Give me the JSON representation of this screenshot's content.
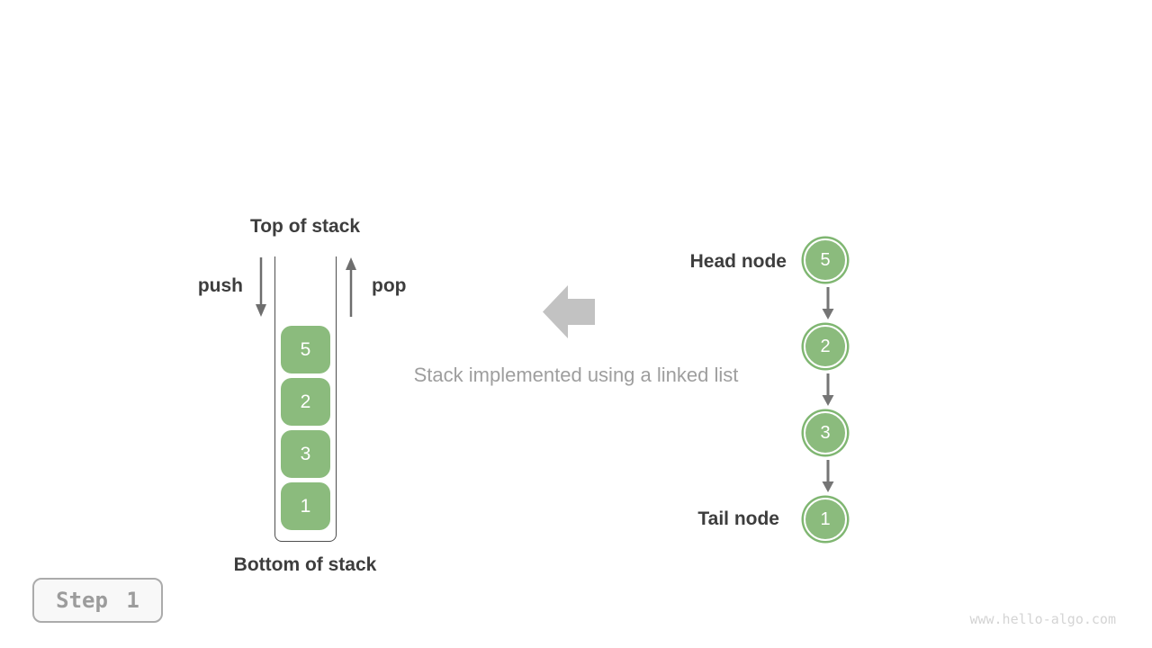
{
  "colors": {
    "node_green": "#8bbb7d",
    "node_ring_green": "#7fb671",
    "dark_text": "#3d3d3d",
    "gray_text": "#9e9e9e",
    "big_arrow_gray": "#c2c2c2",
    "push_pop_arrow_gray": "#6e6e6e",
    "link_arrow_gray": "#757575",
    "container_line": "#4e4e4e"
  },
  "stack": {
    "top_label": "Top of stack",
    "bottom_label": "Bottom of stack",
    "push_label": "push",
    "pop_label": "pop",
    "items": [
      "5",
      "2",
      "3",
      "1"
    ]
  },
  "caption": "Stack implemented using a linked list",
  "linked_list": {
    "head_label": "Head node",
    "tail_label": "Tail node",
    "nodes": [
      "5",
      "2",
      "3",
      "1"
    ]
  },
  "step_badge": {
    "label": "Step 1"
  },
  "watermark": "www.hello-algo.com"
}
